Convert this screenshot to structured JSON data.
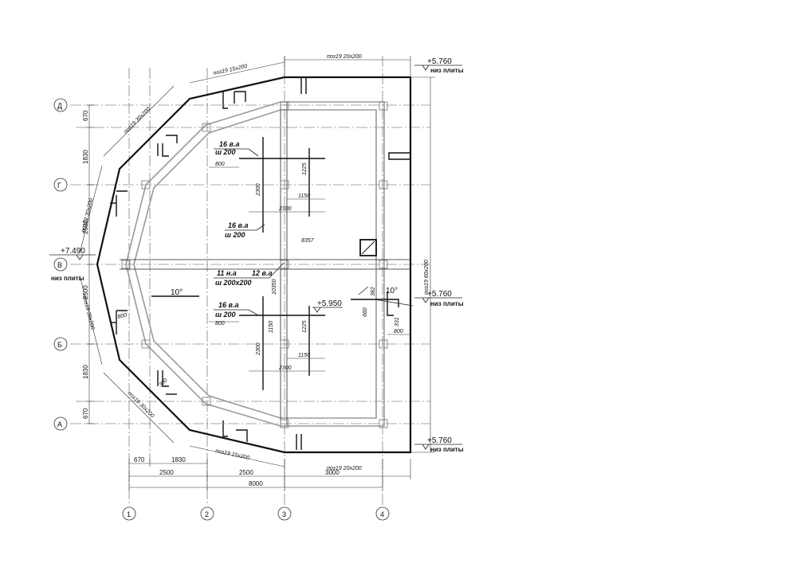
{
  "axes": {
    "rows": [
      "Д",
      "Г",
      "В",
      "Б",
      "А"
    ],
    "cols": [
      "1",
      "2",
      "3",
      "4"
    ]
  },
  "elevations": {
    "top_right": "+5.760",
    "mid_right": "+5.760",
    "bottom_right": "+5.760",
    "left": "+7.490",
    "inner": "+5.950",
    "slab_bottom": "низ плиты"
  },
  "dims_bottom": {
    "d670": "670",
    "d1830": "1830",
    "d2500a": "2500",
    "d2500b": "2500",
    "d3000": "3000",
    "total": "8000"
  },
  "dims_left": {
    "d670_top": "670",
    "d1830_top": "1830",
    "d2500_top": "2500",
    "d2500_bot": "2500",
    "d1830_bot": "1830",
    "d670_bot": "670"
  },
  "beam_labels": {
    "top": "поз19 15х200",
    "top_right": "поз19 20х200",
    "upper_left_diag": "поз19 30х200",
    "left_upper": "поз19 30х200",
    "left_lower": "поз19 30х200",
    "lower_left_diag": "поз19 30х200",
    "bottom": "поз19 15х200",
    "bottom_right": "поз19 20х200",
    "right": "поз19 60х200"
  },
  "rebar_labels": {
    "r1_top": "16 в.а",
    "r1_bot": "ш 200",
    "r2_top": "16 в.а",
    "r2_bot": "ш 200",
    "r3_a": "11 н.а",
    "r3_b": "12 в.а",
    "r3_bot": "ш 200х200",
    "r4_top": "16 в.а",
    "r4_bot": "ш 200"
  },
  "inner_dims": {
    "d800_a": "800",
    "d1225_a": "1225",
    "d2300_a": "2300",
    "d1150_a": "1150",
    "d2300_b": "2300",
    "d8357": "8357",
    "d10350": "10350",
    "d800_b": "800",
    "d1150_b": "1150",
    "d1225_b": "1225",
    "d2300_c": "2300",
    "d1150_c": "1150",
    "d2300_d": "2300",
    "d800_c": "800",
    "d800_left": "800",
    "d300": "300",
    "d660": "660",
    "d382": "382",
    "d331": "331",
    "d800_right": "800"
  },
  "angles": {
    "left": "10°",
    "right": "10°"
  }
}
